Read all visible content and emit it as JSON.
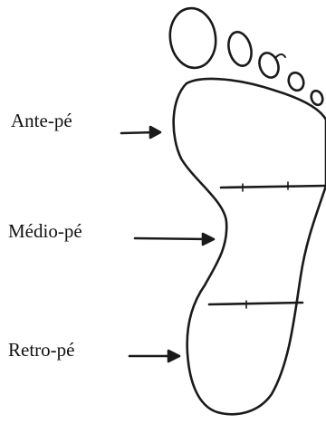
{
  "figure": {
    "regions": [
      {
        "id": "forefoot",
        "label": "Ante-pé"
      },
      {
        "id": "midfoot",
        "label": "Médio-pé"
      },
      {
        "id": "hindfoot",
        "label": "Retro-pé"
      }
    ],
    "line_color": "#1a1a1a",
    "text_color": "#111111",
    "icons": [
      "foot-outline",
      "toe-prints",
      "arrow-icon"
    ]
  }
}
